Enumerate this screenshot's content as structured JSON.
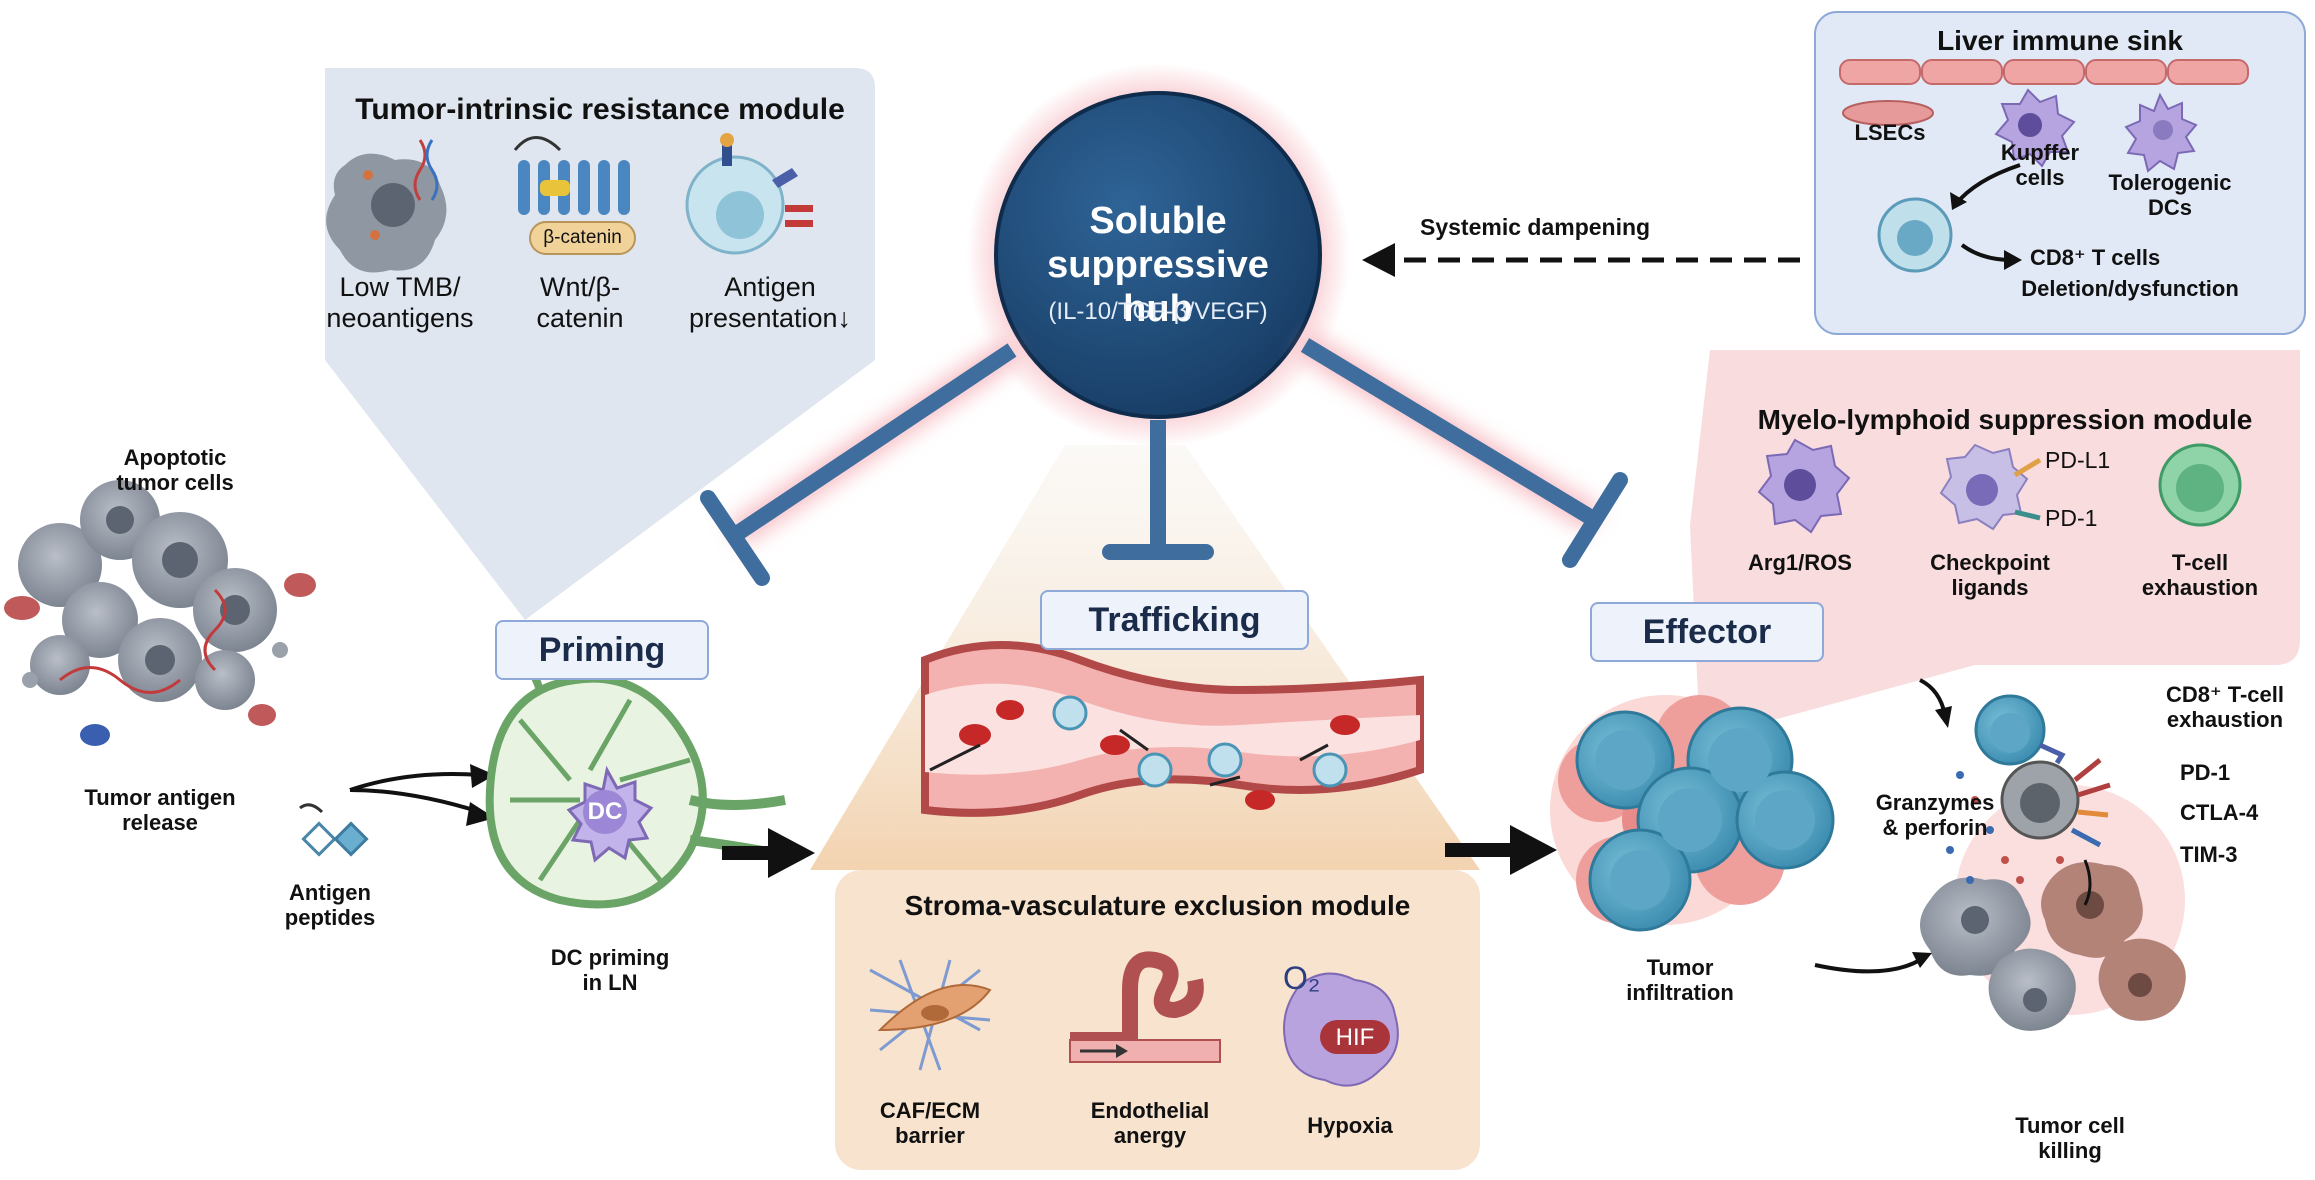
{
  "hub": {
    "title_line1": "Soluble",
    "title_line2": "suppressive hub",
    "subtitle": "(IL-10/TGF-β/VEGF)"
  },
  "systemic": {
    "label": "Systemic dampening"
  },
  "tumor_intrinsic": {
    "title": "Tumor-intrinsic resistance module",
    "items": [
      {
        "label": "Low TMB/\nneoantigens"
      },
      {
        "label": "Wnt/β-\ncatenin"
      },
      {
        "label": "Antigen\npresentation↓"
      }
    ],
    "beta_catenin_tag": "β-catenin"
  },
  "liver": {
    "title": "Liver immune sink",
    "lsecs": "LSECs",
    "kupffer": "Kupffer\ncells",
    "dcs": "Tolerogenic\nDCs",
    "cd8_line1": "CD8⁺ T cells",
    "cd8_line2": "Deletion/dysfunction"
  },
  "myelo": {
    "title": "Myelo-lymphoid suppression module",
    "items": [
      {
        "label": "Arg1/ROS"
      },
      {
        "label": "Checkpoint\nligands"
      },
      {
        "label": "T-cell\nexhaustion"
      }
    ],
    "pdl1": "PD-L1",
    "pd1": "PD-1"
  },
  "stroma": {
    "title": "Stroma-vasculature exclusion module",
    "items": [
      {
        "label": "CAF/ECM\nbarrier"
      },
      {
        "label": "Endothelial\nanergy"
      },
      {
        "label": "Hypoxia"
      }
    ],
    "o2": "O₂",
    "hif": "HIF"
  },
  "stages": {
    "priming": "Priming",
    "trafficking": "Trafficking",
    "effector": "Effector"
  },
  "left": {
    "apoptotic": "Apoptotic\ntumor cells",
    "release": "Tumor antigen\nrelease",
    "peptides": "Antigen\npeptides",
    "dc": "DC",
    "dc_priming": "DC priming\nin LN"
  },
  "right": {
    "infiltration": "Tumor\ninfiltration",
    "granzymes": "Granzymes\n& perforin",
    "exhaustion": "CD8⁺ T-cell\nexhaustion",
    "checkpoints": [
      "PD-1",
      "CTLA-4",
      "TIM-3"
    ],
    "killing": "Tumor cell\nkilling"
  },
  "colors": {
    "hub": "#1f4e7e",
    "inhibit": "#3f6e9e",
    "tumor_panel": "#dfe6ef",
    "liver_panel": "#e1e9f6",
    "myelo_panel": "#f9dcdd",
    "stroma_panel": "#f8e3cf"
  }
}
